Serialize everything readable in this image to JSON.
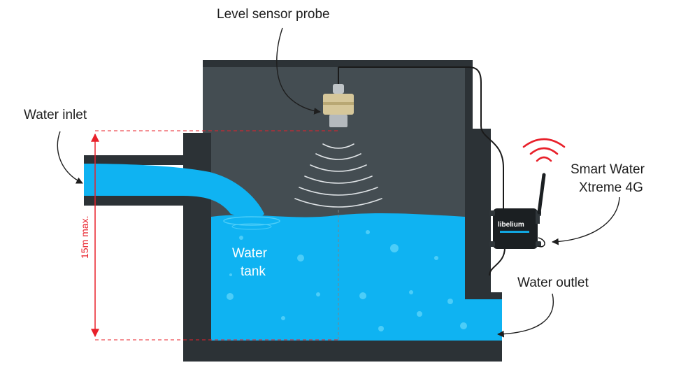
{
  "labels": {
    "sensor_probe": "Level sensor probe",
    "water_inlet": "Water inlet",
    "device_line1": "Smart Water",
    "device_line2": "Xtreme 4G",
    "water_tank_line1": "Water",
    "water_tank_line2": "tank",
    "water_outlet": "Water outlet",
    "height_max": "15m max."
  },
  "device": {
    "brand": "libelium"
  },
  "colors": {
    "water": "#0fb3f2",
    "tank_wall": "#2c3236",
    "tank_air": "#444d52",
    "measure": "#e8202a",
    "signal": "#e8202a",
    "probe": "#d6c79a"
  },
  "icons": {
    "sensor": "level-sensor-probe-icon",
    "device": "smart-water-device-icon",
    "signal": "wireless-signal-icon"
  }
}
